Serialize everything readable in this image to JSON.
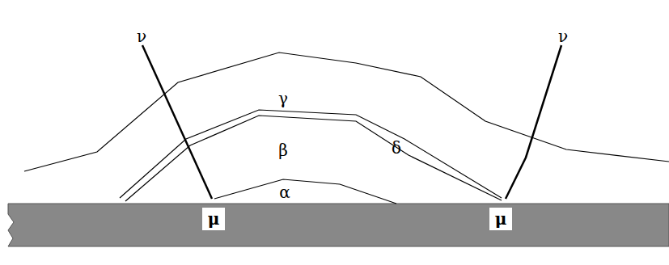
{
  "diagram": {
    "nodes": [
      {
        "text": [
          "μ"
        ]
      },
      {
        "text": [
          "μ"
        ]
      }
    ],
    "labels": [
      "ν",
      "ν",
      "γ",
      "β",
      "δ",
      "α"
    ]
  }
}
